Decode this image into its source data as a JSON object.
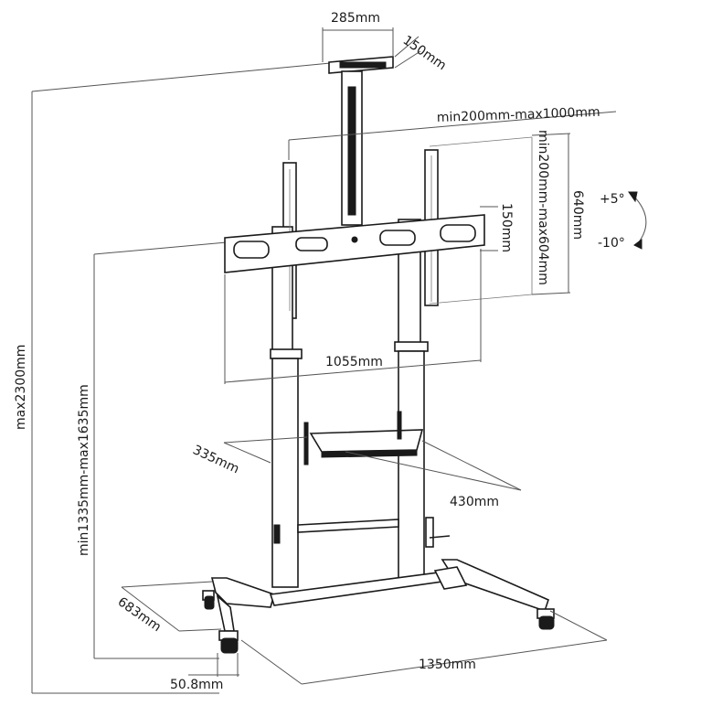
{
  "labels": {
    "top_width": "285mm",
    "top_depth": "150mm",
    "vesa_width": "min200mm-max1000mm",
    "vesa_height": "min200mm-max604mm",
    "screen_height": "640mm",
    "bracket_height": "150mm",
    "tilt_up": "+5°",
    "tilt_down": "-10°",
    "bracket_width": "1055mm",
    "total_height": "max2300mm",
    "mount_height": "min1335mm-max1635mm",
    "shelf_depth": "335mm",
    "shelf_width": "430mm",
    "base_depth": "683mm",
    "base_width": "1350mm",
    "caster": "50.8mm"
  }
}
